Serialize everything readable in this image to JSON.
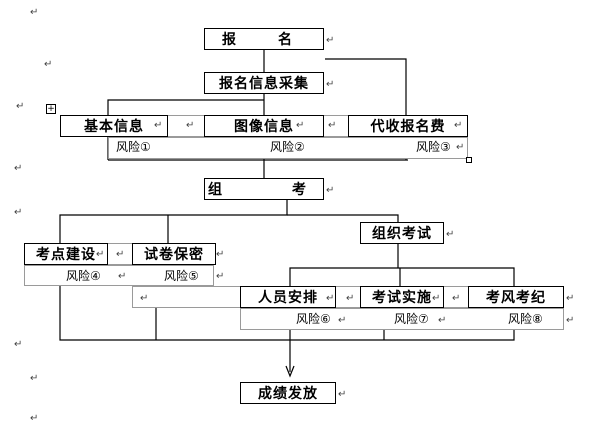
{
  "nodes": {
    "registration": "报　名",
    "info_collection": "报名信息采集",
    "basic_info": "基本信息",
    "image_info": "图像信息",
    "fee_collection": "代收报名费",
    "exam_organization": "组　　考",
    "exam_org_work": "组织考试",
    "site_construction": "考点建设",
    "paper_secrecy": "试卷保密",
    "staff_arrangement": "人员安排",
    "exam_implementation": "考试实施",
    "exam_discipline": "考风考纪",
    "score_release": "成绩发放"
  },
  "risks": {
    "r1": "风险①",
    "r2": "风险②",
    "r3": "风险③",
    "r4": "风险④",
    "r5": "风险⑤",
    "r6": "风险⑥",
    "r7": "风险⑦",
    "r8": "风险⑧"
  },
  "marks": {
    "paragraph": "↵",
    "table_move": "+"
  }
}
